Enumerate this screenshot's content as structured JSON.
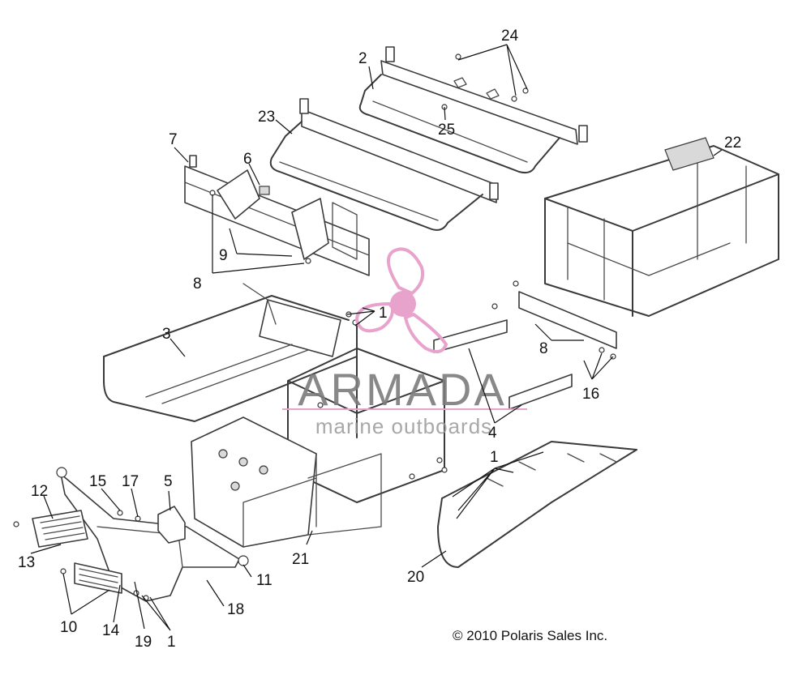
{
  "callouts": {
    "c1": "1",
    "c2": "2",
    "c3": "3",
    "c4": "4",
    "c5": "5",
    "c6": "6",
    "c7": "7",
    "c8": "8",
    "c9": "9",
    "c10": "10",
    "c11": "11",
    "c12": "12",
    "c13": "13",
    "c14": "14",
    "c15": "15",
    "c16": "16",
    "c17": "17",
    "c18": "18",
    "c19": "19",
    "c20": "20",
    "c21": "21",
    "c22": "22",
    "c23": "23",
    "c24": "24",
    "c25": "25"
  },
  "watermark": {
    "title": "ARMADA",
    "subtitle": "marine outboards",
    "accent": "#e8a3cc"
  },
  "copyright": "© 2010 Polaris Sales Inc."
}
